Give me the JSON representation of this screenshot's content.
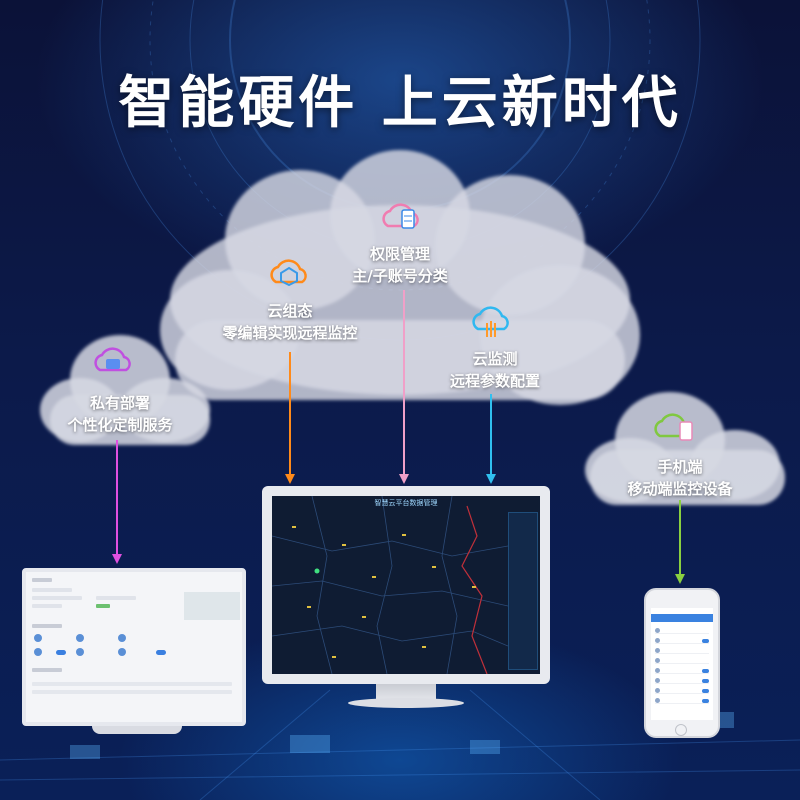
{
  "headline": "智能硬件 上云新时代",
  "colors": {
    "background": "#0b1238",
    "cloud": "#d9dbe6",
    "arrow_pink_private": "#e050e0",
    "arrow_orange_config": "#ff8a1a",
    "arrow_pink_permission": "#f0a0c8",
    "arrow_cyan_monitor": "#30c0f0",
    "arrow_green_mobile": "#8ad040"
  },
  "features": [
    {
      "id": "private",
      "icon": "cloud-image-icon",
      "line1": "私有部署",
      "line2": "个性化定制服务"
    },
    {
      "id": "config",
      "icon": "cloud-nodes-icon",
      "line1": "云组态",
      "line2": "零编辑实现远程监控"
    },
    {
      "id": "permission",
      "icon": "cloud-server-icon",
      "line1": "权限管理",
      "line2": "主/子账号分类"
    },
    {
      "id": "monitor",
      "icon": "cloud-sensor-icon",
      "line1": "云监测",
      "line2": "远程参数配置"
    },
    {
      "id": "mobile",
      "icon": "cloud-phone-icon",
      "line1": "手机端",
      "line2": "移动端监控设备"
    }
  ],
  "monitor_screen": {
    "title": "智慧云平台数据管理"
  }
}
